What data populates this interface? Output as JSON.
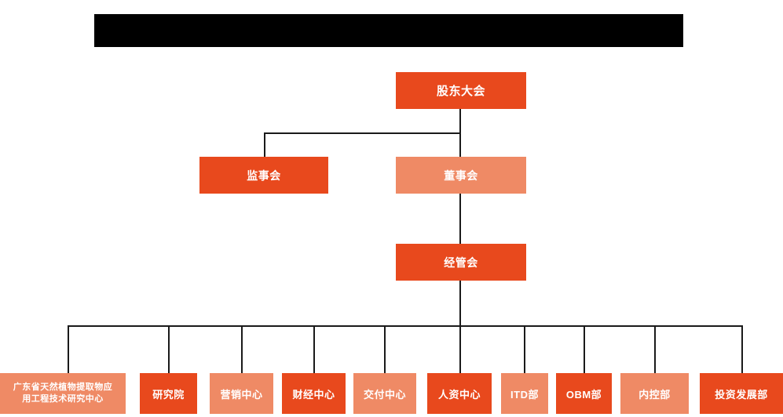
{
  "banner": {
    "name": "title-banner",
    "text": "",
    "color": "#000000"
  },
  "colors": {
    "accent_dark": "#e8491d",
    "accent_light": "#ef8a65",
    "connector": "#1a1a1a",
    "node_text": "#ffffff",
    "background": "#ffffff"
  },
  "chart_data": {
    "type": "diagram",
    "title": "",
    "diagram_kind": "organization-chart",
    "orientation": "top-down",
    "levels": [
      {
        "level": 1,
        "nodes": [
          {
            "id": "shareholders-meeting",
            "label": "股东大会",
            "fill": "#e8491d"
          }
        ]
      },
      {
        "level": 2,
        "nodes": [
          {
            "id": "board-of-supervisors",
            "label": "监事会",
            "fill": "#e8491d"
          },
          {
            "id": "board-of-directors",
            "label": "董事会",
            "fill": "#ef8a65"
          }
        ]
      },
      {
        "level": 3,
        "nodes": [
          {
            "id": "management-committee",
            "label": "经管会",
            "fill": "#e8491d"
          }
        ]
      },
      {
        "level": 4,
        "nodes": [
          {
            "id": "engineering-research-center",
            "label": "广东省天然植物提取物应用工程技术研究中心",
            "label_line1": "广东省天然植物提取物应",
            "label_line2": "用工程技术研究中心",
            "fill": "#ef8a65"
          },
          {
            "id": "research-institute",
            "label": "研究院",
            "fill": "#e8491d"
          },
          {
            "id": "marketing-center",
            "label": "营销中心",
            "fill": "#ef8a65"
          },
          {
            "id": "finance-center",
            "label": "财经中心",
            "fill": "#e8491d"
          },
          {
            "id": "delivery-center",
            "label": "交付中心",
            "fill": "#ef8a65"
          },
          {
            "id": "hr-center",
            "label": "人资中心",
            "fill": "#e8491d"
          },
          {
            "id": "itd-department",
            "label": "ITD部",
            "fill": "#ef8a65"
          },
          {
            "id": "obm-department",
            "label": "OBM部",
            "fill": "#e8491d"
          },
          {
            "id": "internal-control-department",
            "label": "内控部",
            "fill": "#ef8a65"
          },
          {
            "id": "investment-development-department",
            "label": "投资发展部",
            "fill": "#e8491d"
          }
        ]
      }
    ],
    "edges": [
      {
        "from": "shareholders-meeting",
        "to": "board-of-supervisors"
      },
      {
        "from": "shareholders-meeting",
        "to": "board-of-directors"
      },
      {
        "from": "board-of-directors",
        "to": "management-committee"
      },
      {
        "from": "management-committee",
        "to": "engineering-research-center"
      },
      {
        "from": "management-committee",
        "to": "research-institute"
      },
      {
        "from": "management-committee",
        "to": "marketing-center"
      },
      {
        "from": "management-committee",
        "to": "finance-center"
      },
      {
        "from": "management-committee",
        "to": "delivery-center"
      },
      {
        "from": "management-committee",
        "to": "hr-center"
      },
      {
        "from": "management-committee",
        "to": "itd-department"
      },
      {
        "from": "management-committee",
        "to": "obm-department"
      },
      {
        "from": "management-committee",
        "to": "internal-control-department"
      },
      {
        "from": "management-committee",
        "to": "investment-development-department"
      }
    ]
  }
}
